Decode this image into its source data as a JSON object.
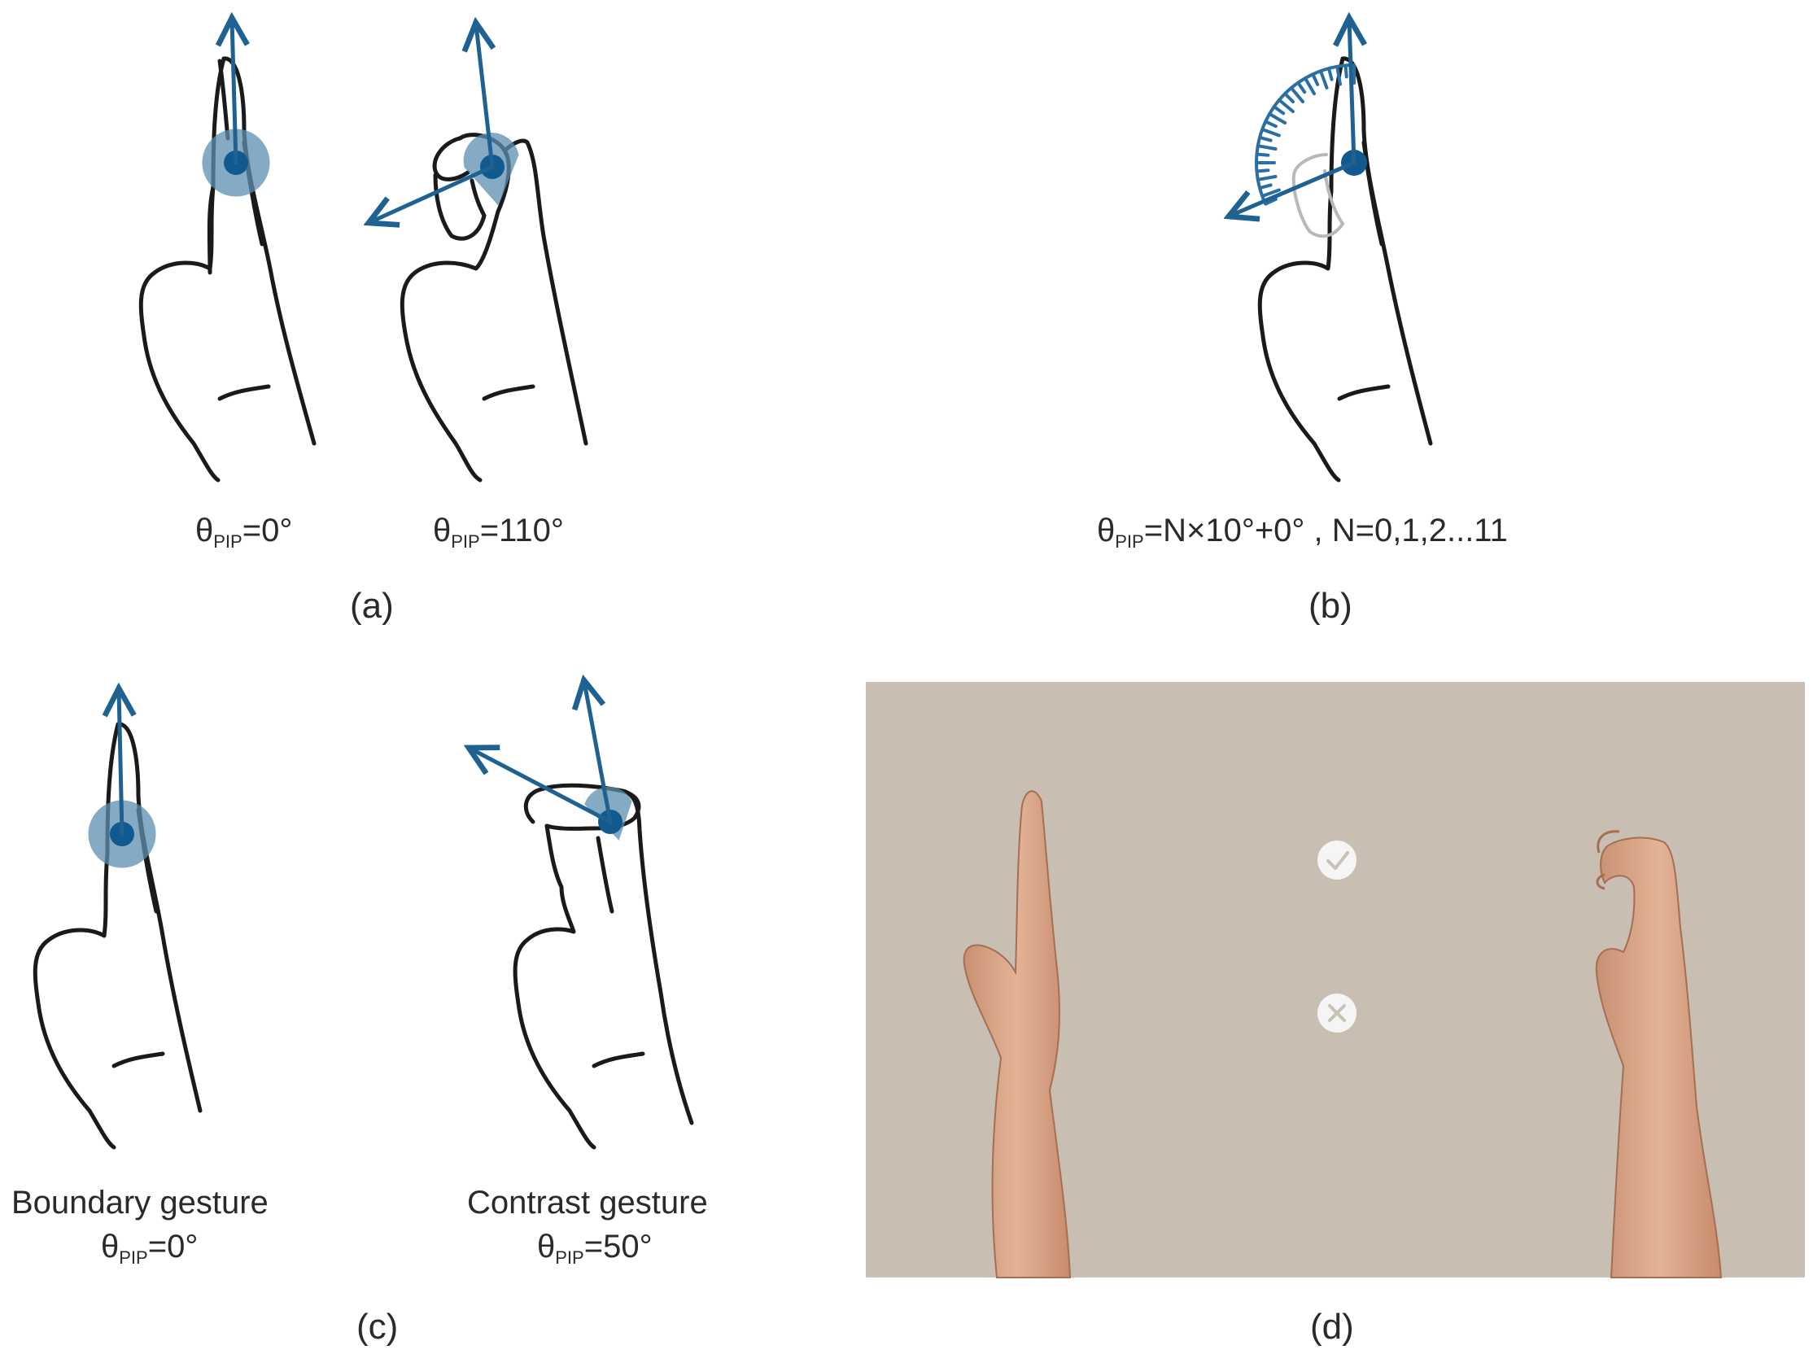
{
  "panels": {
    "a": {
      "label": "(a)",
      "left_theta": "=0°",
      "right_theta": "=110°"
    },
    "b": {
      "label": "(b)",
      "formula": "=N×10°+0° ,  N=0,1,2...11"
    },
    "c": {
      "label": "(c)",
      "boundary_title": "Boundary gesture",
      "boundary_theta": "=0°",
      "contrast_title": "Contrast gesture",
      "contrast_theta": "=50°"
    },
    "d": {
      "label": "(d)",
      "check_icon": "check-icon",
      "cross_icon": "cross-icon"
    }
  },
  "symbols": {
    "theta": "θ",
    "pip": "PIP"
  },
  "colors": {
    "vector": "#1f6291",
    "joint": "#105a90",
    "halo": "#5d8eaf",
    "photo_background": "#c8beb2",
    "skin": "#d9a887"
  }
}
